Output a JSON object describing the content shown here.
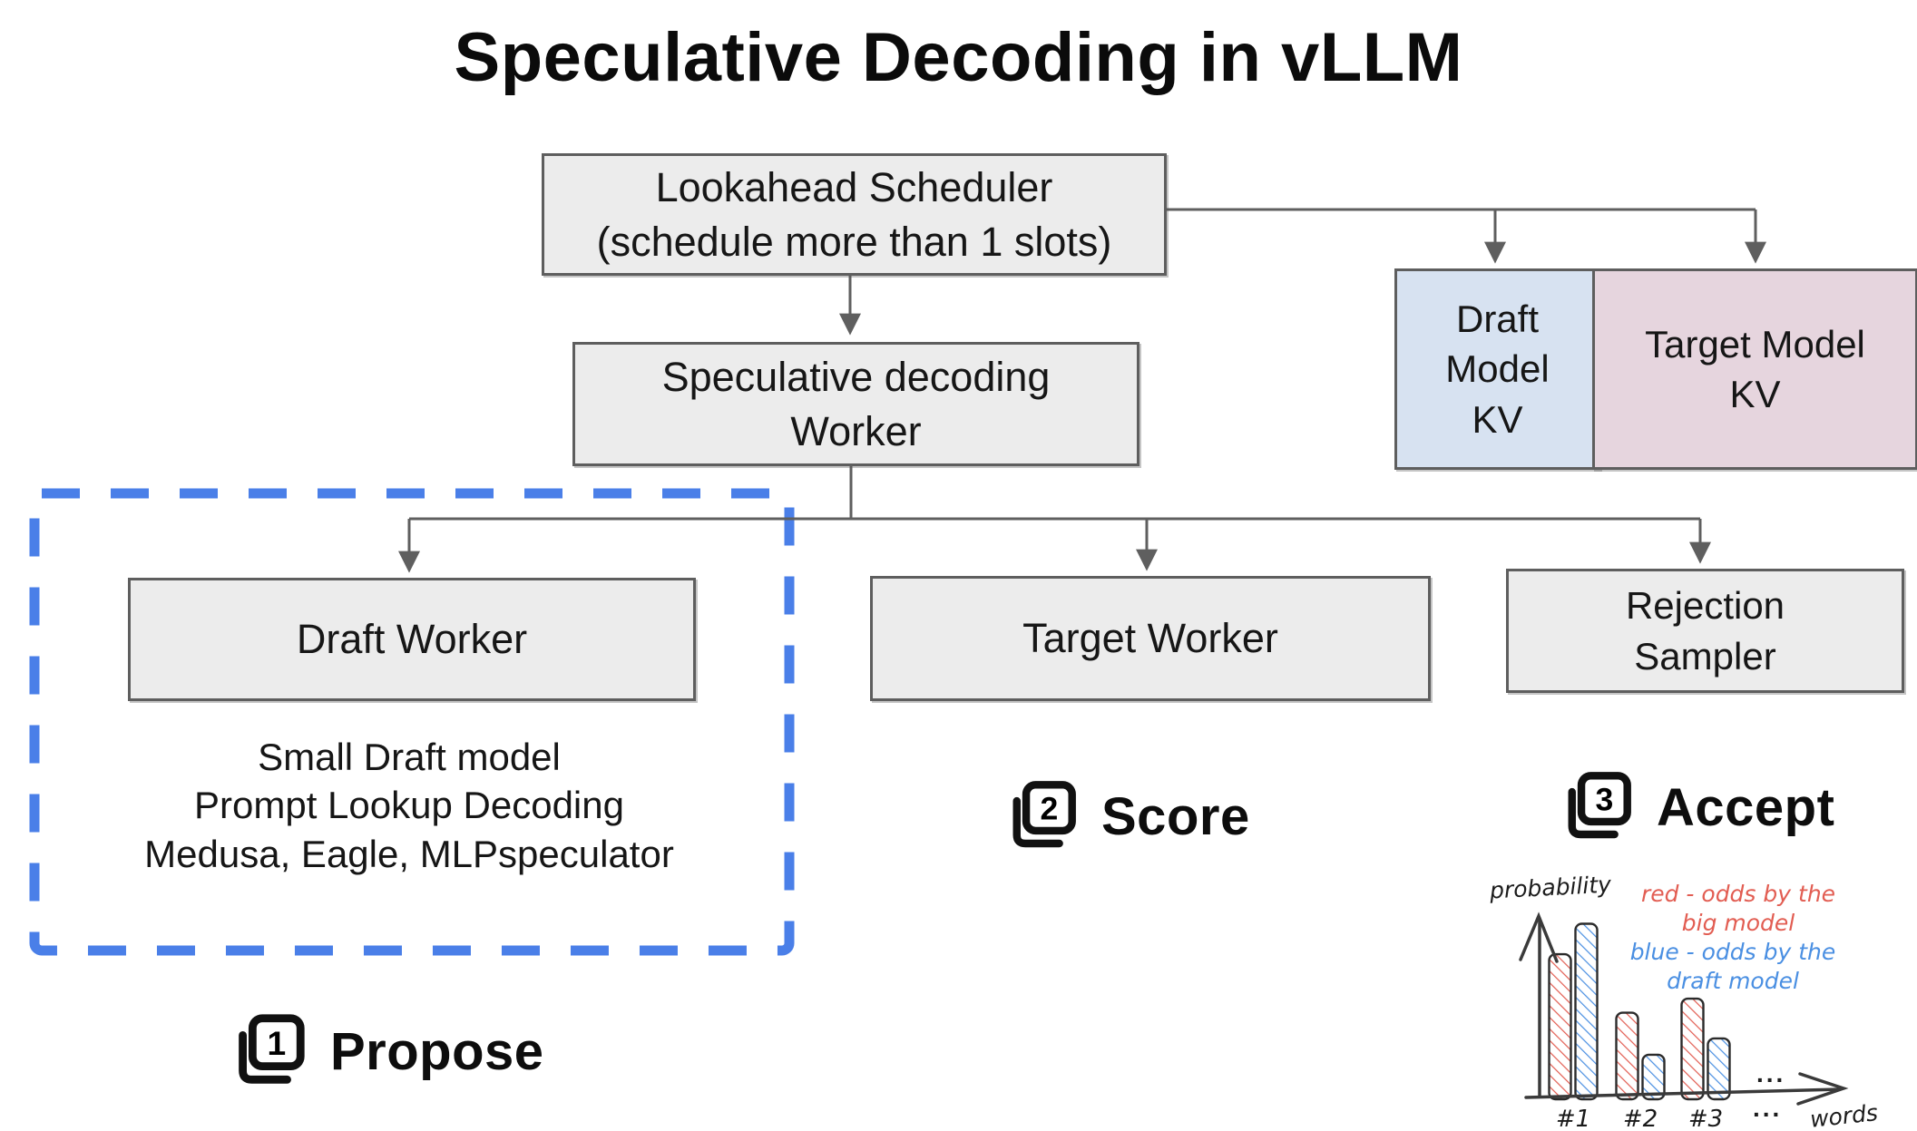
{
  "title": "Speculative Decoding in vLLM",
  "colors": {
    "box_fill": "#ececec",
    "box_border": "#5e5e5e",
    "draft_kv_fill": "#d7e2f1",
    "target_kv_fill": "#e6d5de",
    "connector": "#5f5f5f",
    "dashed_group": "#4a7fe8",
    "chart_red": "#e25d52",
    "chart_blue": "#4a8fe2"
  },
  "nodes": {
    "scheduler": {
      "label": "Lookahead Scheduler\n(schedule more than 1 slots)"
    },
    "spec_worker": {
      "label": "Speculative decoding\nWorker"
    },
    "draft_kv": {
      "label": "Draft\nModel\nKV"
    },
    "target_kv": {
      "label": "Target Model\nKV"
    },
    "draft_worker": {
      "label": "Draft Worker"
    },
    "target_worker": {
      "label": "Target Worker"
    },
    "rejection_sampler": {
      "label": "Rejection\nSampler"
    },
    "draft_methods": {
      "label": "Small Draft model\nPrompt Lookup Decoding\nMedusa, Eagle, MLPspeculator"
    }
  },
  "steps": {
    "propose": {
      "number": "1",
      "label": "Propose"
    },
    "score": {
      "number": "2",
      "label": "Score"
    },
    "accept": {
      "number": "3",
      "label": "Accept"
    }
  },
  "chart_data": {
    "type": "bar",
    "title": "",
    "xlabel": "words",
    "ylabel": "probability",
    "categories": [
      "#1",
      "#2",
      "#3"
    ],
    "series": [
      {
        "name": "red",
        "legend_label": "red - odds by the\nbig model",
        "color": "#e25d52",
        "values": [
          0.62,
          0.37,
          0.43
        ]
      },
      {
        "name": "blue",
        "legend_label": "blue - odds by the\ndraft model",
        "color": "#4a8fe2",
        "values": [
          0.75,
          0.19,
          0.26
        ]
      }
    ],
    "ylim": [
      0,
      1
    ],
    "grid": false,
    "legend_position": "top-right",
    "bar_style": "hand-drawn diagonal hatch, rounded corners",
    "ellipsis": "..."
  }
}
